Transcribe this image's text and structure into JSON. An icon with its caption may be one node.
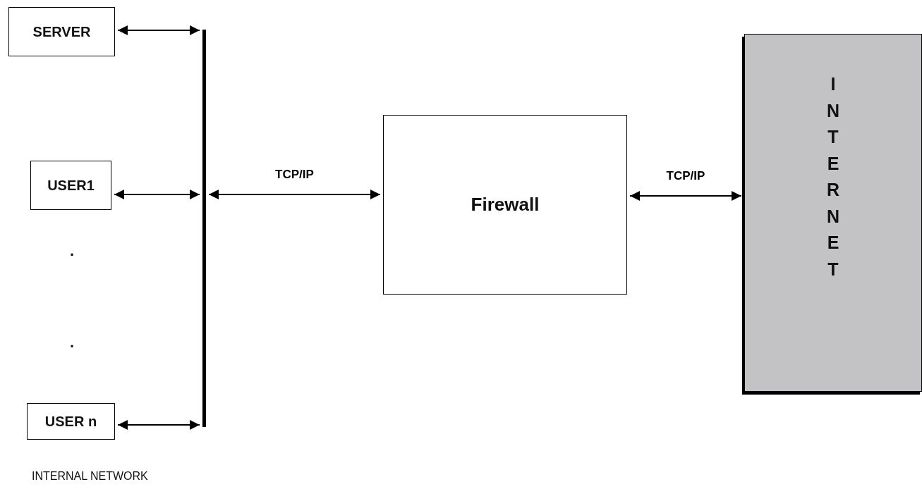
{
  "diagram": {
    "nodes": [
      {
        "text": [
          "SERVER"
        ]
      },
      {
        "text": [
          "USER1"
        ]
      },
      {
        "text": [
          "USER n"
        ]
      },
      {
        "text": [],
        "shape": "bar"
      },
      {
        "text": [
          "Firewall"
        ]
      },
      {
        "text": [
          "INTERNET"
        ]
      }
    ],
    "edges": [
      {
        "from": 0,
        "to": 3,
        "arrow": "both"
      },
      {
        "from": 1,
        "to": 3,
        "arrow": "both"
      },
      {
        "from": 2,
        "to": 3,
        "arrow": "both"
      },
      {
        "from": 3,
        "to": 4,
        "arrow": "both",
        "label": "TCP/IP"
      },
      {
        "from": 4,
        "to": 5,
        "arrow": "both",
        "label": "TCP/IP"
      }
    ],
    "labels": [
      ".",
      ".",
      "INTERNAL NETWORK"
    ]
  }
}
